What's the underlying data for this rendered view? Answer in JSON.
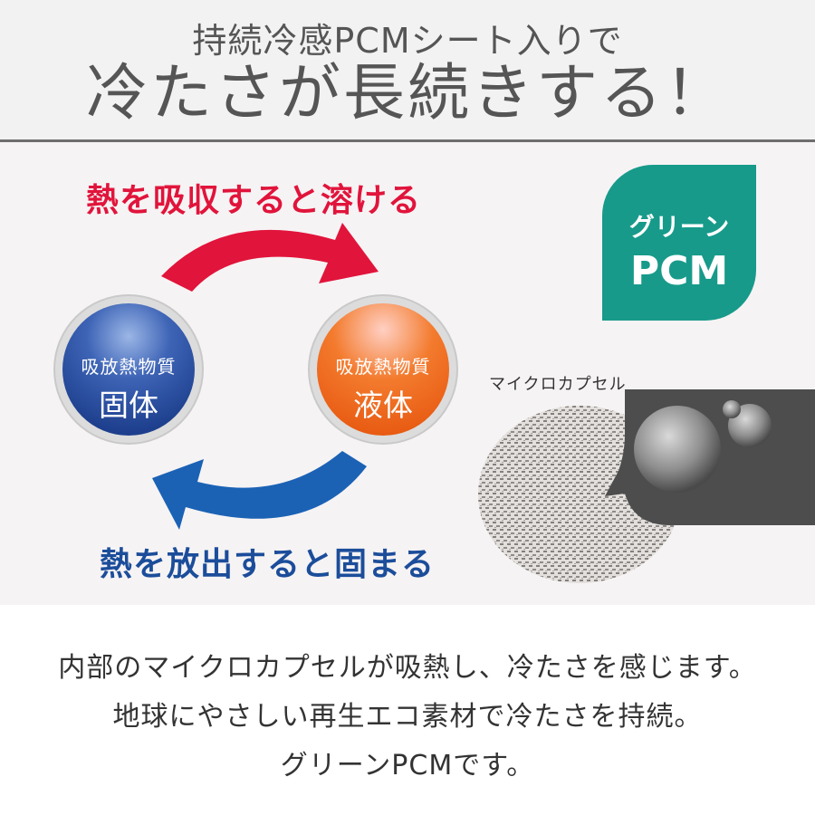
{
  "header": {
    "subtitle": "持続冷感PCMシート入りで",
    "title": "冷たさが長続きする！"
  },
  "diagram": {
    "top_caption": "熱を吸収すると溶ける",
    "bottom_caption": "熱を放出すると固まる",
    "left_circle": {
      "small": "吸放熱物質",
      "big": "固体"
    },
    "right_circle": {
      "small": "吸放熱物質",
      "big": "液体"
    }
  },
  "badge": {
    "line1": "グリーン",
    "line2": "PCM"
  },
  "microcapsule_label": "マイクロカプセル",
  "description": {
    "line1": "内部のマイクロカプセルが吸熱し、冷たさを感じます。",
    "line2": "地球にやさしい再生エコ素材で冷たさを持続。",
    "line3": "グリーンPCMです。"
  },
  "colors": {
    "red": "#e1143b",
    "blue": "#1b4d9a",
    "badge": "#179a8a"
  }
}
